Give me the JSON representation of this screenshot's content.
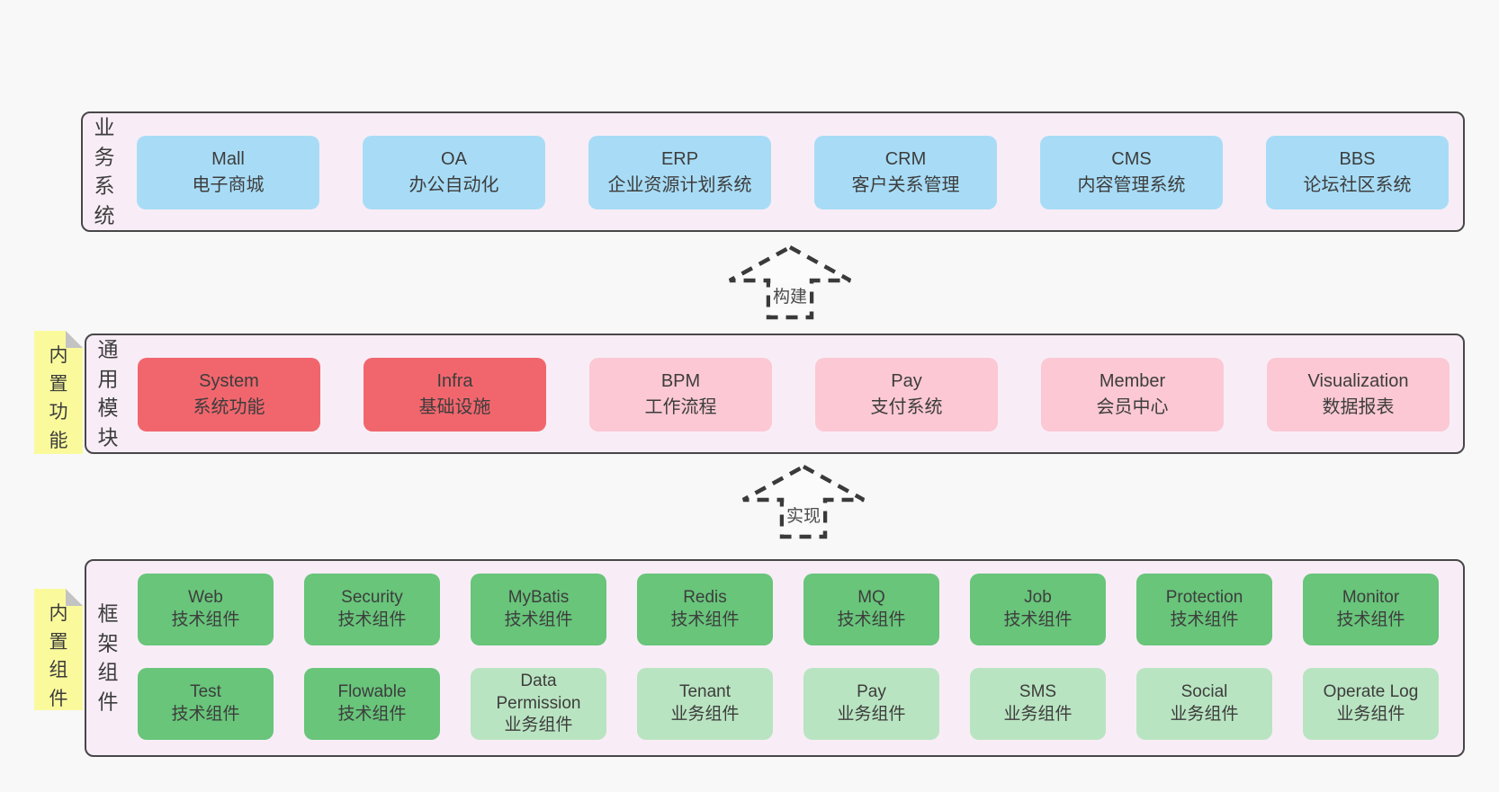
{
  "bands": [
    {
      "label": "业务系统",
      "rows": [
        [
          {
            "title": "Mall",
            "subtitle": "电子商城",
            "color": "blue"
          },
          {
            "title": "OA",
            "subtitle": "办公自动化",
            "color": "blue"
          },
          {
            "title": "ERP",
            "subtitle": "企业资源计划系统",
            "color": "blue"
          },
          {
            "title": "CRM",
            "subtitle": "客户关系管理",
            "color": "blue"
          },
          {
            "title": "CMS",
            "subtitle": "内容管理系统",
            "color": "blue"
          },
          {
            "title": "BBS",
            "subtitle": "论坛社区系统",
            "color": "blue"
          }
        ]
      ]
    },
    {
      "label": "通用模块",
      "sticky": "内置功能",
      "rows": [
        [
          {
            "title": "System",
            "subtitle": "系统功能",
            "color": "red"
          },
          {
            "title": "Infra",
            "subtitle": "基础设施",
            "color": "red"
          },
          {
            "title": "BPM",
            "subtitle": "工作流程",
            "color": "pink"
          },
          {
            "title": "Pay",
            "subtitle": "支付系统",
            "color": "pink"
          },
          {
            "title": "Member",
            "subtitle": "会员中心",
            "color": "pink"
          },
          {
            "title": "Visualization",
            "subtitle": "数据报表",
            "color": "pink"
          }
        ]
      ]
    },
    {
      "label": "框架组件",
      "sticky": "内置组件",
      "rows": [
        [
          {
            "title": "Web",
            "subtitle": "技术组件",
            "color": "green"
          },
          {
            "title": "Security",
            "subtitle": "技术组件",
            "color": "green"
          },
          {
            "title": "MyBatis",
            "subtitle": "技术组件",
            "color": "green"
          },
          {
            "title": "Redis",
            "subtitle": "技术组件",
            "color": "green"
          },
          {
            "title": "MQ",
            "subtitle": "技术组件",
            "color": "green"
          },
          {
            "title": "Job",
            "subtitle": "技术组件",
            "color": "green"
          },
          {
            "title": "Protection",
            "subtitle": "技术组件",
            "color": "green"
          },
          {
            "title": "Monitor",
            "subtitle": "技术组件",
            "color": "green"
          }
        ],
        [
          {
            "title": "Test",
            "subtitle": "技术组件",
            "color": "green"
          },
          {
            "title": "Flowable",
            "subtitle": "技术组件",
            "color": "green"
          },
          {
            "title": "Data Permission",
            "subtitle": "业务组件",
            "color": "green-light"
          },
          {
            "title": "Tenant",
            "subtitle": "业务组件",
            "color": "green-light"
          },
          {
            "title": "Pay",
            "subtitle": "业务组件",
            "color": "green-light"
          },
          {
            "title": "SMS",
            "subtitle": "业务组件",
            "color": "green-light"
          },
          {
            "title": "Social",
            "subtitle": "业务组件",
            "color": "green-light"
          },
          {
            "title": "Operate Log",
            "subtitle": "业务组件",
            "color": "green-light"
          }
        ]
      ]
    }
  ],
  "arrows": [
    {
      "label": "构建"
    },
    {
      "label": "实现"
    }
  ],
  "colors": {
    "page_bg": "#f8f8f8",
    "band_bg": "#f8edf6",
    "band_border": "#474747",
    "box_blue": "#a8dcf6",
    "box_red": "#f1666d",
    "box_pink": "#fbc8d3",
    "box_green": "#68c57a",
    "box_green_light": "#b9e4c1",
    "sticky_yellow": "#fafa9d",
    "sticky_fold": "#c3c3c3",
    "text": "#3d3d3d"
  }
}
